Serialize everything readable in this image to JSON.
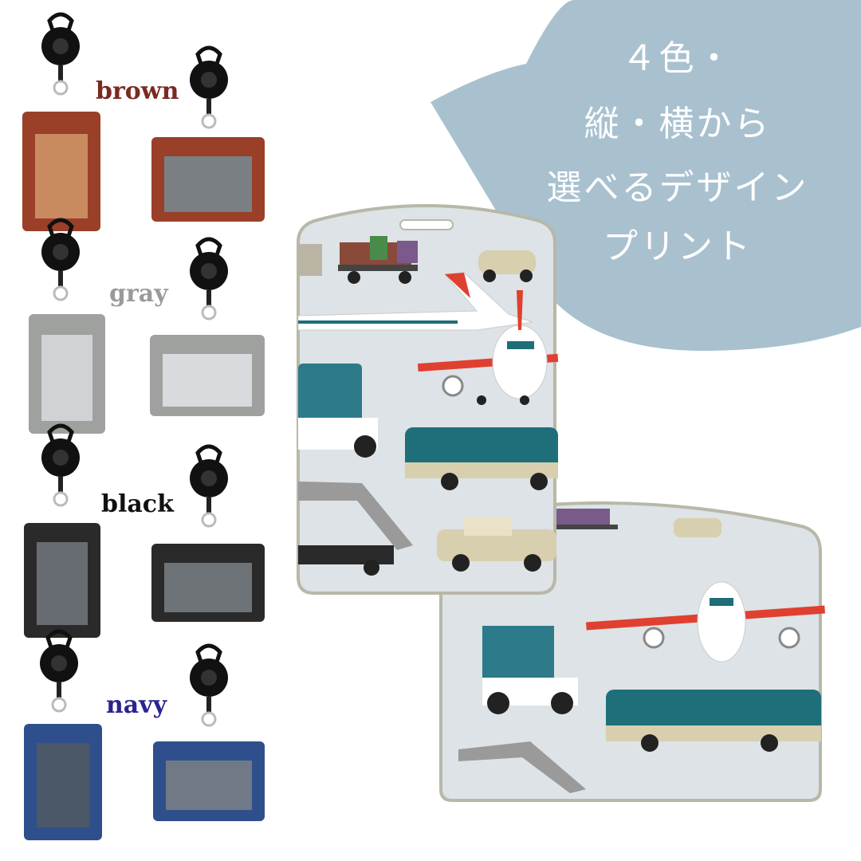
{
  "colors_heading": {
    "brown": "brown",
    "gray": "gray",
    "black": "black",
    "navy": "navy"
  },
  "label_colors": {
    "brown": "#7a2a22",
    "gray": "#9a9a9a",
    "black": "#111111",
    "navy": "#2a2490"
  },
  "holder_colors": {
    "brown": "#9a4028",
    "gray": "#9fa19e",
    "black": "#2a2a2a",
    "navy": "#2f4f8c"
  },
  "bubble": {
    "color": "#a9c1cf",
    "lines": [
      "４色・",
      "縦・横から",
      "選べるデザイン",
      "プリント"
    ]
  },
  "card_background": "#dde3e6"
}
